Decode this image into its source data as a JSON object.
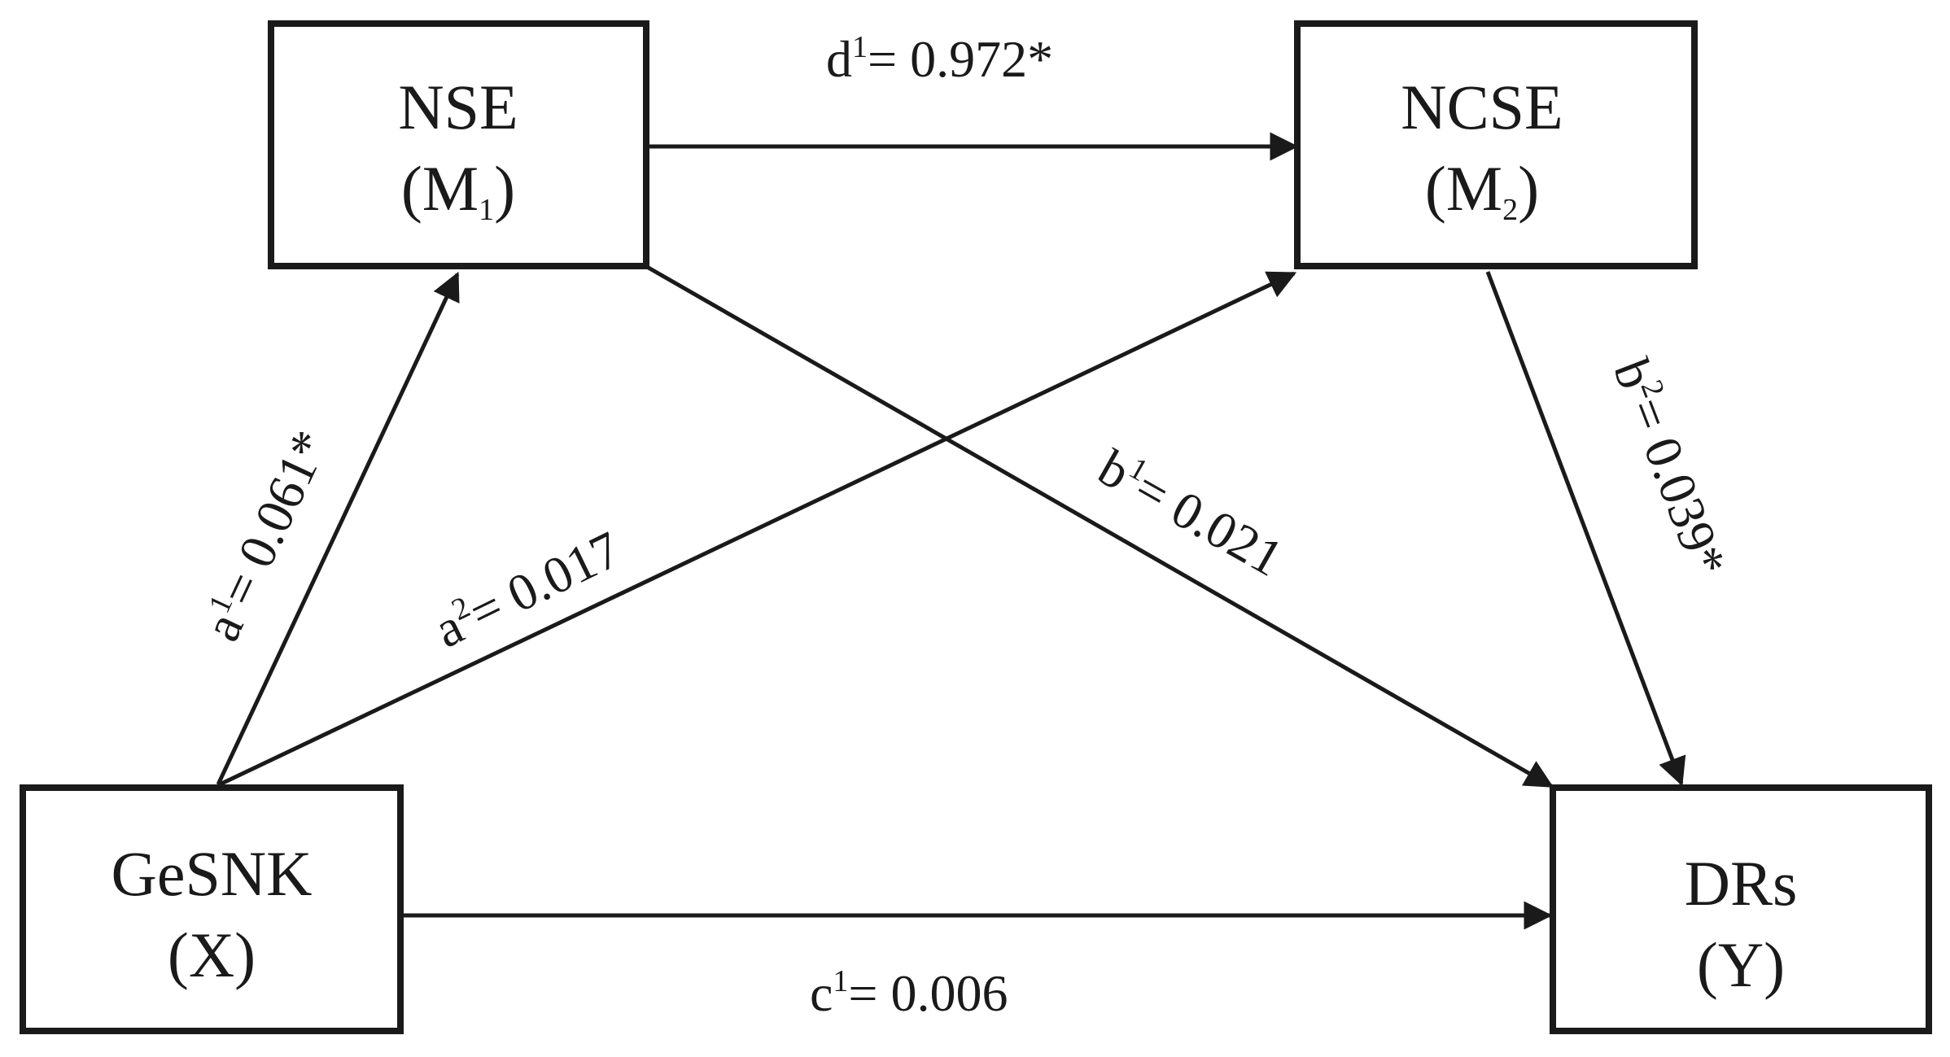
{
  "nodes": {
    "nse": {
      "name": "NSE",
      "code_prefix": "(M",
      "code_sub": "1",
      "code_suffix": ")"
    },
    "ncse": {
      "name": "NCSE",
      "code_prefix": "(M",
      "code_sub": "2",
      "code_suffix": ")"
    },
    "gesnk": {
      "name": "GeSNK",
      "code": "(X)"
    },
    "drs": {
      "name": "DRs",
      "code": "(Y)"
    }
  },
  "paths": {
    "d1": {
      "letter": "d",
      "index": "1",
      "value": "= 0.972*"
    },
    "a1": {
      "letter": "a",
      "index": "1",
      "value": "= 0.061*"
    },
    "a2": {
      "letter": "a",
      "index": "2",
      "value": "= 0.017"
    },
    "b1": {
      "letter": "b",
      "index": "1",
      "value": "= 0.021"
    },
    "b2": {
      "letter": "b",
      "index": "2",
      "value": "= 0.039*"
    },
    "c1": {
      "letter": "c",
      "index": "1",
      "value": "= 0.006"
    }
  },
  "colors": {
    "ink": "#1a1a1a",
    "background": "#ffffff"
  }
}
